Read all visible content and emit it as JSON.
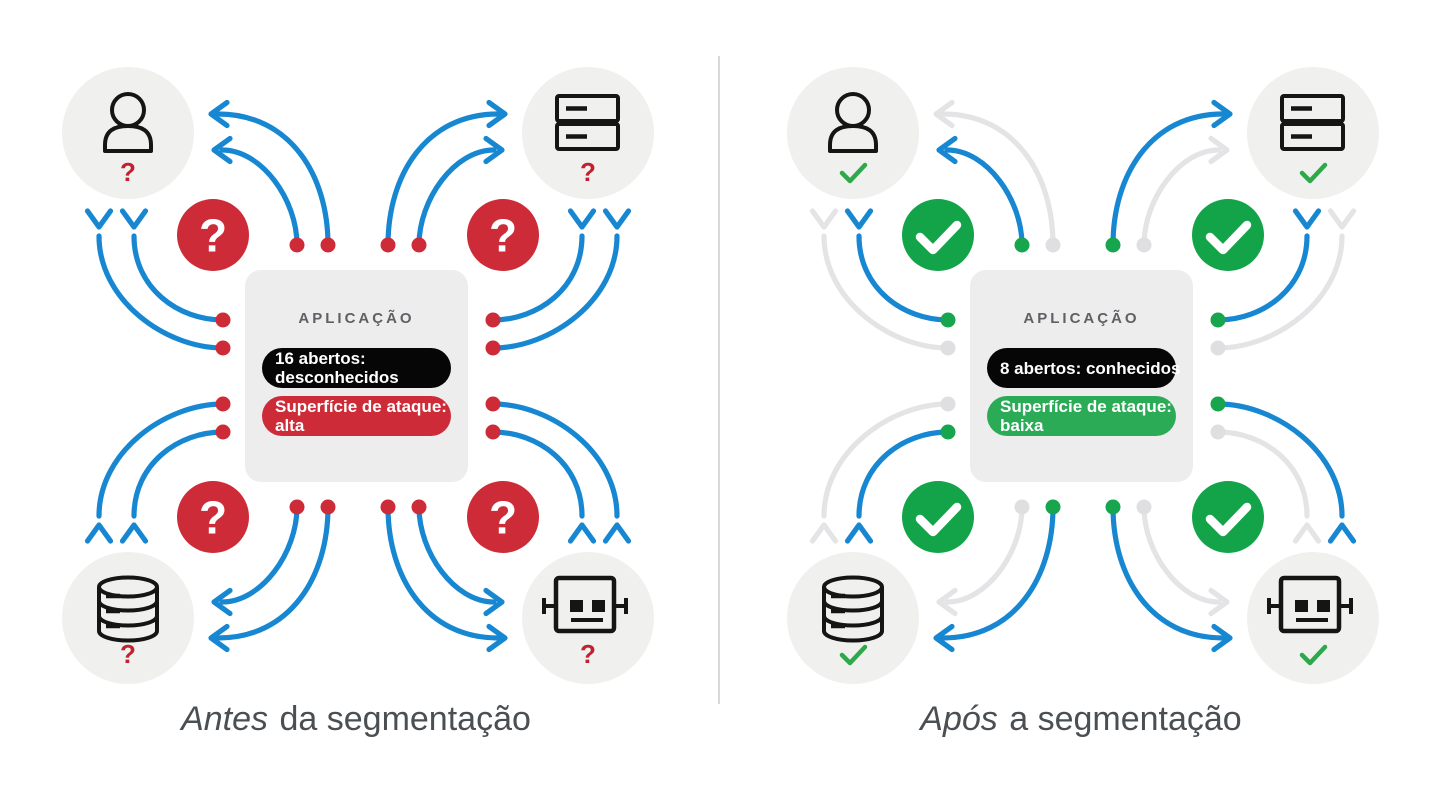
{
  "colors": {
    "blue_flow": "#1787d2",
    "gray_flow": "#e4e4e6",
    "red": "#cd2b38",
    "red_dark": "#c1202f",
    "green": "#2fa84c",
    "green_badge": "#13a44a",
    "node_bg": "#f0f0ee",
    "box_bg": "#ededed",
    "pill_black_bg": "#060606",
    "icon_stroke": "#151515",
    "title_text": "#5d6165",
    "caption_text": "#4a4f54",
    "divider": "#d9d9d9",
    "white": "#ffffff"
  },
  "panels": [
    {
      "id": "before",
      "caption": {
        "emphasis": "Antes",
        "rest": " da segmentação"
      },
      "app_box": {
        "title": "APLICAÇÃO",
        "open_ports_pill": {
          "lines": [
            "16 abertos:",
            "desconhecidos"
          ]
        },
        "attack_surface_pill": {
          "lines": [
            "Superfície de ataque:",
            "alta"
          ]
        }
      },
      "attack_surface_color": "#cd2b38",
      "badge_symbol": "?",
      "badge_bg": "#cd2b38",
      "node_mark": "?",
      "nodes": [
        "user",
        "server",
        "database",
        "bot"
      ],
      "flow_active_color": "#1787d2",
      "port_active_color": "#cd2b38",
      "quadrant_flow": [
        [
          1,
          1,
          1,
          1
        ],
        [
          1,
          1,
          1,
          1
        ],
        [
          1,
          1,
          1,
          1
        ],
        [
          1,
          1,
          1,
          1
        ]
      ]
    },
    {
      "id": "after",
      "caption": {
        "emphasis": "Após",
        "rest": " a segmentação"
      },
      "app_box": {
        "title": "APLICAÇÃO",
        "open_ports_pill": {
          "lines": [
            "8 abertos: conhecidos"
          ]
        },
        "attack_surface_pill": {
          "lines": [
            "Superfície de ataque:",
            "baixa"
          ]
        }
      },
      "attack_surface_color": "#2cab57",
      "badge_symbol": "check",
      "badge_bg": "#13a44a",
      "node_mark": "check",
      "nodes": [
        "user",
        "server",
        "database",
        "bot"
      ],
      "flow_active_color": "#1787d2",
      "flow_blocked_color": "#e4e4e6",
      "port_active_color": "#17a54e",
      "port_blocked_color": "#dfdfe1",
      "quadrant_flow": [
        [
          1,
          0,
          1,
          0
        ],
        [
          0,
          1,
          1,
          0
        ],
        [
          0,
          1,
          1,
          0
        ],
        [
          0,
          1,
          0,
          1
        ]
      ]
    }
  ]
}
